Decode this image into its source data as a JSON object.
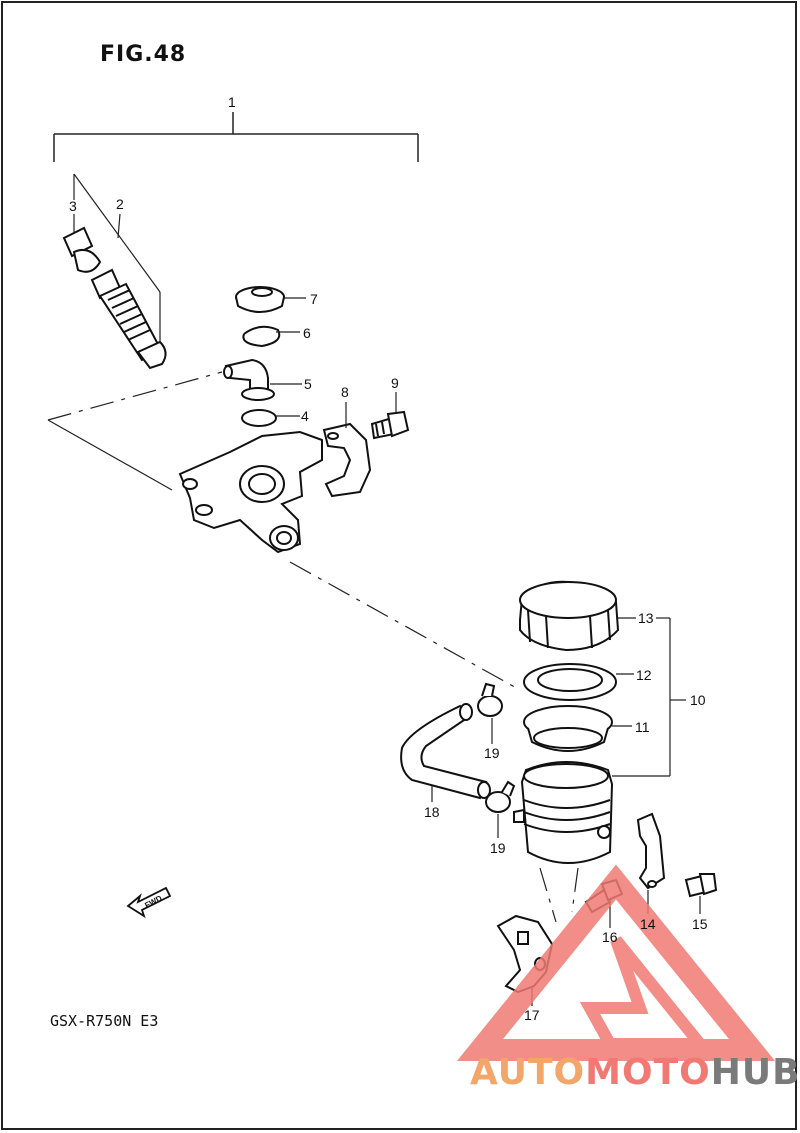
{
  "figure_title": "FIG.48",
  "model_code": "GSX-R750N E3",
  "fwd_label": "FWD",
  "watermark": {
    "part1": "AUTO",
    "part2": "MOTO",
    "part3": "HUB",
    "color_orange": "#f2a66a",
    "color_red": "#f07a73",
    "color_gray": "#7a7a7a"
  },
  "callouts": [
    "1",
    "2",
    "3",
    "4",
    "5",
    "6",
    "7",
    "8",
    "9",
    "10",
    "11",
    "12",
    "13",
    "14",
    "15",
    "16",
    "17",
    "18",
    "19",
    "19"
  ]
}
